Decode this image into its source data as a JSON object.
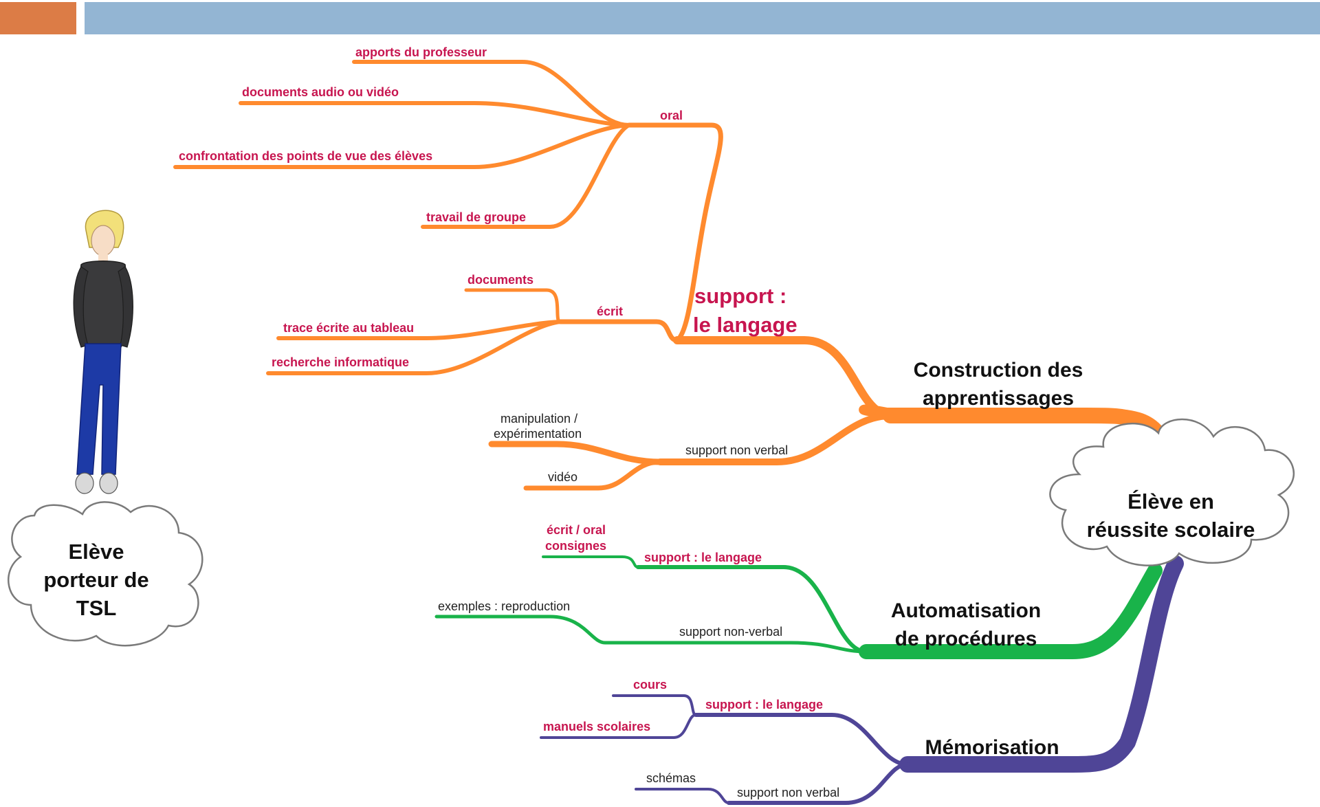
{
  "colors": {
    "header_accent": "#dc7c46",
    "header_bar": "#93b5d3",
    "orange": "#ff8a2e",
    "green": "#19b34a",
    "purple": "#4f4597",
    "label_red": "#c7154f",
    "label_dark": "#222222"
  },
  "central": {
    "line1": "Élève en",
    "line2": "réussite scolaire"
  },
  "student": {
    "line1": "Elève",
    "line2": "porteur de",
    "line3": "TSL"
  },
  "construction": {
    "line1": "Construction des",
    "line2": "apprentissages",
    "support_langage": {
      "line1": "support :",
      "line2": "le langage"
    },
    "oral": {
      "label": "oral",
      "items": [
        "apports du professeur",
        "documents audio ou vidéo",
        "confrontation des points de vue des élèves",
        "travail de groupe"
      ]
    },
    "ecrit": {
      "label": "écrit",
      "items": [
        "documents",
        "trace écrite au tableau",
        "recherche informatique"
      ]
    },
    "non_verbal": {
      "label": "support non verbal",
      "items": [
        "manipulation /",
        "expérimentation",
        "vidéo"
      ]
    }
  },
  "automatisation": {
    "line1": "Automatisation",
    "line2": "de procédures",
    "langage_label": "support : le langage",
    "langage_items": [
      "écrit / oral",
      "consignes"
    ],
    "non_verbal_label": "support non-verbal",
    "non_verbal_item": "exemples : reproduction"
  },
  "memorisation": {
    "label": "Mémorisation",
    "langage_label": "support : le langage",
    "langage_items": [
      "cours",
      "manuels scolaires"
    ],
    "non_verbal_label": "support non verbal",
    "non_verbal_item": "schémas"
  }
}
